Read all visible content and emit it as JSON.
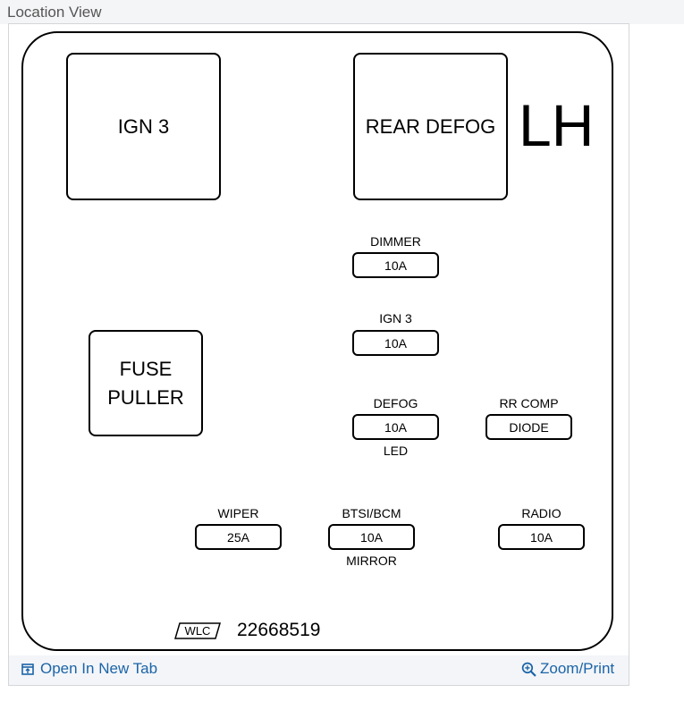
{
  "section": {
    "title": "Location View"
  },
  "diagram": {
    "side_label": "LH",
    "relays": {
      "ign3": "IGN 3",
      "rear_defog": "REAR DEFOG",
      "fuse_puller_line1": "FUSE",
      "fuse_puller_line2": "PULLER"
    },
    "fuses": {
      "dimmer": {
        "name": "DIMMER",
        "rating": "10A"
      },
      "ign3": {
        "name": "IGN 3",
        "rating": "10A"
      },
      "defog": {
        "name": "DEFOG",
        "rating": "10A",
        "sub": "LED"
      },
      "rr_comp": {
        "name": "RR COMP",
        "rating": "DIODE"
      },
      "wiper": {
        "name": "WIPER",
        "rating": "25A"
      },
      "btsi": {
        "name": "BTSI/BCM",
        "rating": "10A",
        "sub": "MIRROR"
      },
      "radio": {
        "name": "RADIO",
        "rating": "10A"
      }
    },
    "logo": "WLC",
    "part_number": "22668519"
  },
  "footer": {
    "open_tab": "Open In New Tab",
    "zoom_print": "Zoom/Print",
    "link_color": "#1b64a8"
  }
}
